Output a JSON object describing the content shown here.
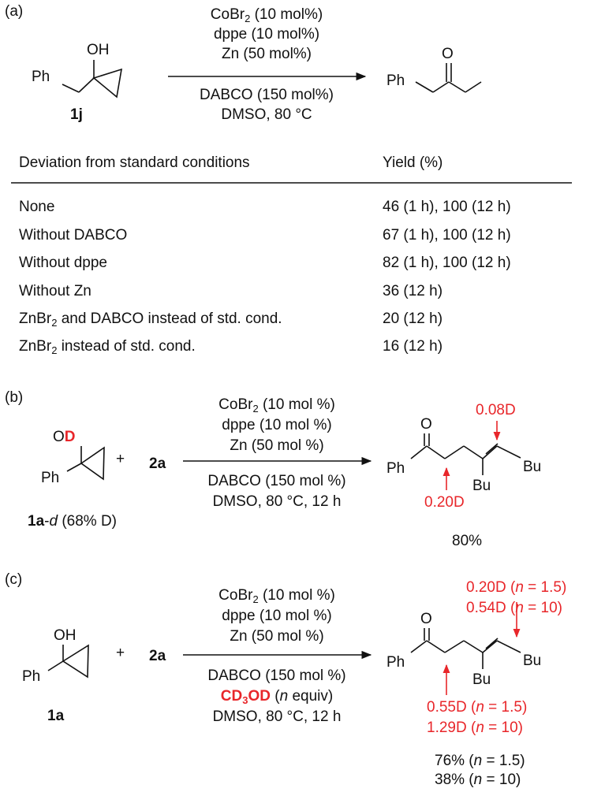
{
  "panel_a": {
    "label": "(a)",
    "substrate": {
      "oh": "OH",
      "ph": "Ph",
      "code": "1j"
    },
    "product": {
      "o": "O",
      "ph": "Ph"
    },
    "conditions_above": [
      {
        "main": "CoBr",
        "sub": "2",
        "rest": " (10 mol%)"
      },
      {
        "main": "dppe (10 mol%)"
      },
      {
        "main": "Zn (50 mol%)"
      }
    ],
    "conditions_below": [
      "DABCO (150 mol%)",
      "DMSO, 80 °C"
    ],
    "table": {
      "header_deviation": "Deviation from standard conditions",
      "header_yield": "Yield (%)",
      "rows": [
        {
          "deviation": "None",
          "yield": "46 (1 h), 100 (12 h)"
        },
        {
          "deviation": "Without DABCO",
          "yield": "67 (1 h), 100 (12 h)"
        },
        {
          "deviation": "Without dppe",
          "yield": "82 (1 h), 100 (12 h)"
        },
        {
          "deviation": "Without Zn",
          "yield": "36 (12 h)"
        },
        {
          "dev_main": "ZnBr",
          "dev_sub": "2",
          "dev_rest": " and DABCO instead of std. cond.",
          "yield": "20 (12 h)"
        },
        {
          "dev_main": "ZnBr",
          "dev_sub": "2",
          "dev_rest": " instead of std. cond.",
          "yield": "16 (12 h)"
        }
      ]
    }
  },
  "panel_b": {
    "label": "(b)",
    "substrate": {
      "o": "O",
      "d": "D",
      "ph": "Ph",
      "code_bold": "1a",
      "code_italic": "d",
      "code_rest": " (68% D)"
    },
    "plus": "+",
    "reagent": "2a",
    "conditions_above": [
      {
        "main": "CoBr",
        "sub": "2",
        "rest": " (10 mol %)"
      },
      {
        "main": "dppe (10 mol %)"
      },
      {
        "main": "Zn (50 mol %)"
      }
    ],
    "conditions_below": [
      "DABCO (150 mol %)",
      "DMSO, 80 °C, 12 h"
    ],
    "product": {
      "o": "O",
      "ph": "Ph",
      "bu1": "Bu",
      "bu2": "Bu"
    },
    "d_alkene": "0.08D",
    "d_alpha": "0.20D",
    "yield": "80%"
  },
  "panel_c": {
    "label": "(c)",
    "substrate": {
      "oh": "OH",
      "ph": "Ph",
      "code": "1a"
    },
    "plus": "+",
    "reagent": "2a",
    "conditions_above": [
      {
        "main": "CoBr",
        "sub": "2",
        "rest": " (10 mol %)"
      },
      {
        "main": "dppe (10 mol %)"
      },
      {
        "main": "Zn (50 mol %)"
      }
    ],
    "conditions_below_1": "DABCO (150 mol %)",
    "cd3od": {
      "a": "CD",
      "sub": "3",
      "b": "OD",
      "rest1": " (",
      "n": "n",
      "rest2": " equiv)"
    },
    "conditions_below_3": "DMSO, 80 °C, 12 h",
    "product": {
      "o": "O",
      "ph": "Ph",
      "bu1": "Bu",
      "bu2": "Bu"
    },
    "d_alkene_1": {
      "val": "0.20D (",
      "n": "n",
      "rest": " = 1.5)"
    },
    "d_alkene_2": {
      "val": "0.54D (",
      "n": "n",
      "rest": " = 10)"
    },
    "d_alpha_1": {
      "val": "0.55D (",
      "n": "n",
      "rest": " = 1.5)"
    },
    "d_alpha_2": {
      "val": "1.29D (",
      "n": "n",
      "rest": " = 10)"
    },
    "yield_1": {
      "val": "76% (",
      "n": "n",
      "rest": " = 1.5)"
    },
    "yield_2": {
      "val": "38% (",
      "n": "n",
      "rest": " = 10)"
    }
  }
}
